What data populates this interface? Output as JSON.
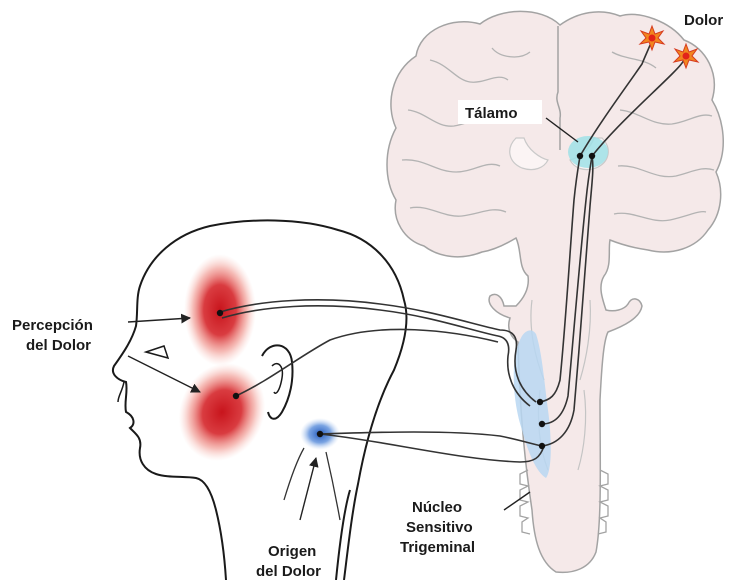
{
  "labels": {
    "pain": "Dolor",
    "thalamus": "Tálamo",
    "perception_line1": "Percepción",
    "perception_line2": "del Dolor",
    "nucleus_line1": "Núcleo",
    "nucleus_line2": "Sensitivo",
    "nucleus_line3": "Trigeminal",
    "origin_line1": "Origen",
    "origin_line2": "del Dolor"
  },
  "colors": {
    "brain_fill": "#f5e9e9",
    "brain_stroke": "#a3a3a3",
    "thalamus": "#9fe0e6",
    "nucleus": "#b8d7f2",
    "pain_red": "#d51f24",
    "origin_blue": "#2a66c7",
    "burst": "#f2861f"
  }
}
